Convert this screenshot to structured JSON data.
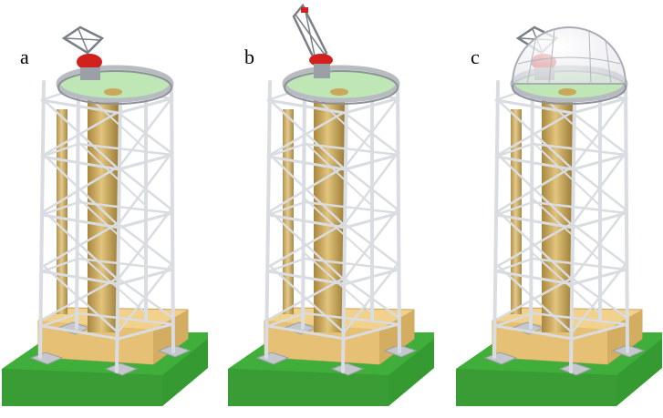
{
  "figure": {
    "panels": [
      {
        "label": "a",
        "telescope_state": "parked",
        "dome": false
      },
      {
        "label": "b",
        "telescope_state": "raised",
        "dome": false
      },
      {
        "label": "c",
        "telescope_state": "parked",
        "dome": true
      }
    ],
    "colors": {
      "ground": "#3fae3a",
      "ground_side": "#2b8a2a",
      "base_block": "#f1d18c",
      "column": "#c9a85a",
      "truss": "#d9dce0",
      "platform": "#bfe6b5",
      "telescope_red": "#d0211f",
      "dome": "#e4e4ea"
    }
  }
}
